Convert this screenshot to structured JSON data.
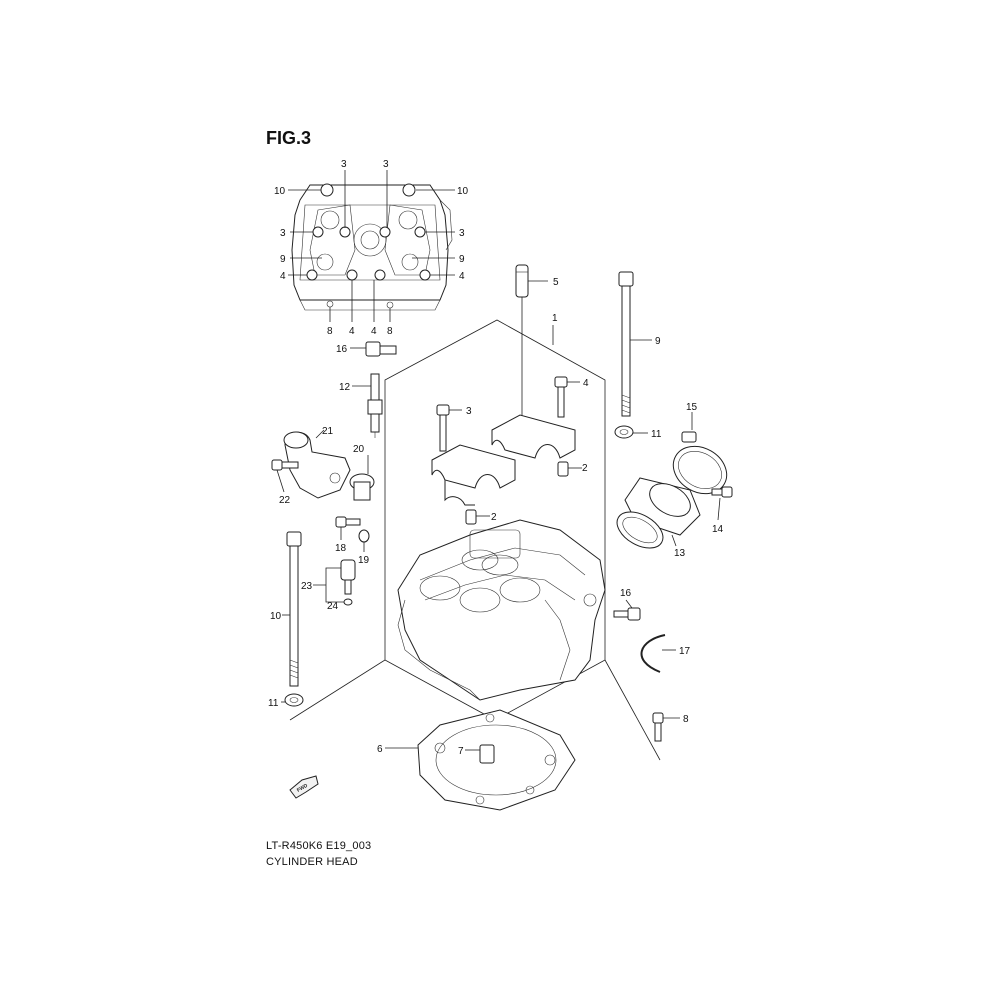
{
  "figure": {
    "title": "FIG.3",
    "code": "LT-R450K6 E19_003",
    "name": "CYLINDER HEAD",
    "fwd_label": "FWD"
  },
  "callouts": {
    "top_view": {
      "c3_top_left": "3",
      "c3_top_right": "3",
      "c10_left": "10",
      "c10_right": "10",
      "c3_left": "3",
      "c3_right": "3",
      "c9_left": "9",
      "c9_right": "9",
      "c4_left": "4",
      "c4_right": "4",
      "c8_left": "8",
      "c4_bottom_left": "4",
      "c4_bottom_right": "4",
      "c8_right": "8"
    },
    "main": {
      "c1": "1",
      "c2_upper": "2",
      "c2_lower": "2",
      "c3": "3",
      "c4": "4",
      "c5": "5",
      "c6": "6",
      "c7": "7",
      "c8": "8",
      "c9": "9",
      "c10": "10",
      "c11_right": "11",
      "c11_left": "11",
      "c12": "12",
      "c13": "13",
      "c14": "14",
      "c15": "15",
      "c16_top": "16",
      "c16_right": "16",
      "c17": "17",
      "c18": "18",
      "c19": "19",
      "c20": "20",
      "c21": "21",
      "c22": "22",
      "c23": "23",
      "c24": "24"
    }
  }
}
